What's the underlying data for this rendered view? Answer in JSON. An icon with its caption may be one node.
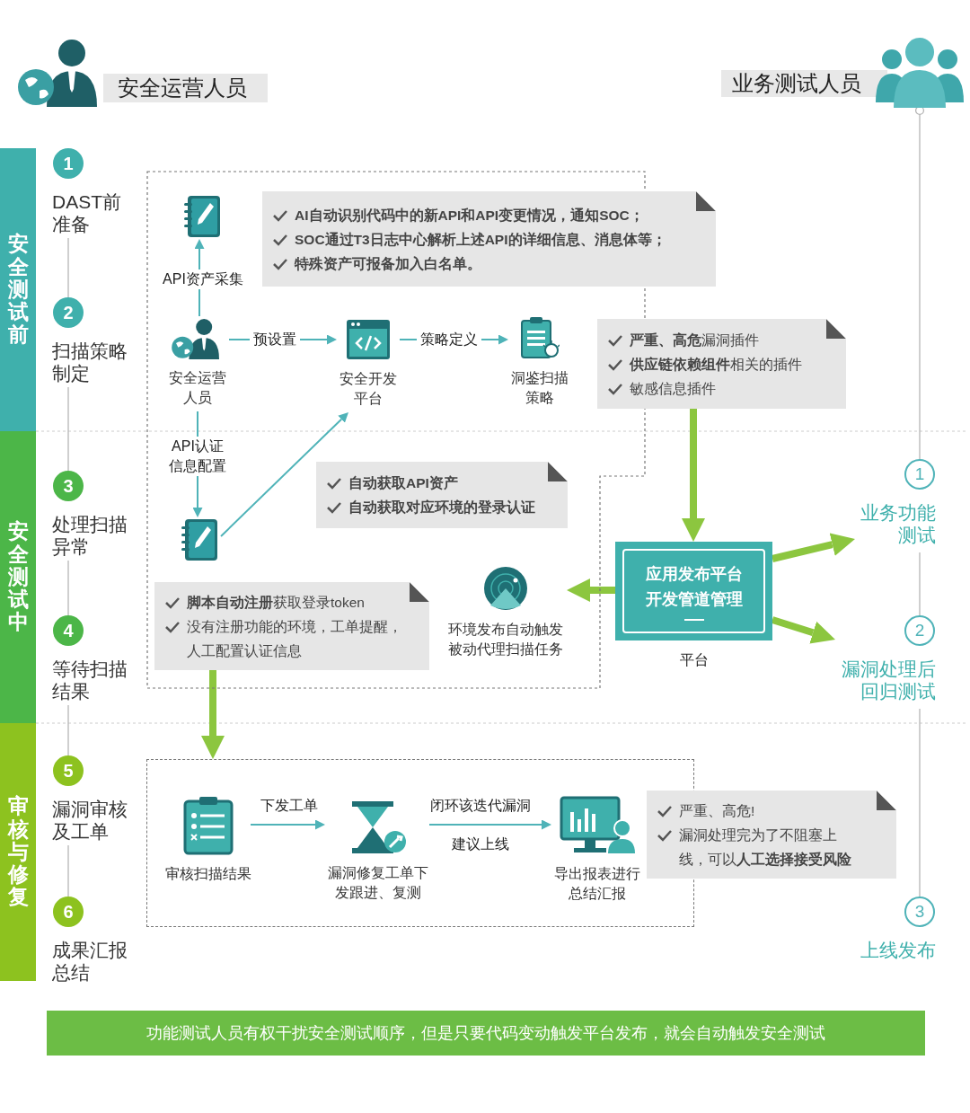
{
  "diagram": {
    "nodes": [
      {
        "text": [
          "安全运营人员"
        ]
      },
      {
        "text": [
          "业务测试人员"
        ]
      },
      {
        "text": [
          "安全测试前"
        ]
      },
      {
        "text": [
          "安全测试中"
        ]
      },
      {
        "text": [
          "审核与修复"
        ]
      },
      {
        "text": [
          "1"
        ],
        "beside": [
          "DAST前准备"
        ]
      },
      {
        "text": [
          "2"
        ],
        "beside": [
          "扫描策略制定"
        ]
      },
      {
        "text": [
          "3"
        ],
        "beside": [
          "处理扫描异常"
        ]
      },
      {
        "text": [
          "4"
        ],
        "beside": [
          "等待扫描结果"
        ]
      },
      {
        "text": [
          "5"
        ],
        "beside": [
          "漏洞审核及工单"
        ]
      },
      {
        "text": [
          "6"
        ],
        "beside": [
          "成果汇报总结"
        ]
      },
      {
        "text": [],
        "shape": "box"
      },
      {
        "text": [],
        "shape": "picture",
        "in": 11
      },
      {
        "text": [
          "安全运营人员"
        ],
        "in": 11
      },
      {
        "text": [
          "安全开发平台"
        ],
        "in": 11
      },
      {
        "text": [
          "洞鉴扫描策略"
        ],
        "in": 11
      },
      {
        "text": [],
        "shape": "picture",
        "in": 11
      },
      {
        "text": [
          "**AI自动识别代码中的新API和API变更情况，通知SOC；**",
          "**SOC通过T3日志中心解析上述API的详细信息、消息体等；**",
          "**特殊资产可报备加入白名单。**"
        ]
      },
      {
        "text": [
          "**严重、高危**漏洞插件",
          "**供应链依赖组件**相关的插件",
          "敏感信息插件"
        ]
      },
      {
        "text": [
          "**自动获取API资产**",
          "**自动获取对应环境的登录认证**"
        ],
        "in": 11
      },
      {
        "text": [
          "**脚本自动注册**获取登录token",
          "没有注册功能的环境，工单提醒，人工配置认证信息"
        ],
        "in": 11
      },
      {
        "text": [
          "环境发布自动触发被动代理扫描任务"
        ],
        "in": 11
      },
      {
        "text": [
          "应用发布平台开发管道管理"
        ],
        "beside": [
          "平台"
        ]
      },
      {
        "text": [
          "1"
        ],
        "beside": [
          "业务功能测试"
        ]
      },
      {
        "text": [
          "2"
        ],
        "beside": [
          "漏洞处理后回归测试"
        ]
      },
      {
        "text": [
          "3"
        ],
        "beside": [
          "上线发布"
        ]
      },
      {
        "text": [],
        "shape": "box"
      },
      {
        "text": [
          "审核扫描结果"
        ],
        "in": 26
      },
      {
        "text": [
          "漏洞修复工单下发跟进、复测"
        ],
        "in": 26
      },
      {
        "text": [
          "导出报表进行总结汇报"
        ],
        "in": 26
      },
      {
        "text": [
          "严重、高危!",
          "漏洞处理完为了不阻塞上线，可以**人工选择接受风险**"
        ]
      },
      {
        "text": [
          "功能测试人员有权干扰安全测试顺序，但是只要代码变动触发平台发布，就会自动触发安全测试"
        ]
      }
    ],
    "edges": [
      {
        "from": 13,
        "to": 12,
        "arrow": "to",
        "label": "API资产采集",
        "color": "#4fb3b8"
      },
      {
        "from": 13,
        "to": 14,
        "arrow": "to",
        "label": "预设置",
        "color": "#4fb3b8"
      },
      {
        "from": 14,
        "to": 15,
        "arrow": "to",
        "label": "策略定义",
        "color": "#4fb3b8"
      },
      {
        "from": 13,
        "to": 16,
        "arrow": "to",
        "label": "API认证信息配置",
        "color": "#4fb3b8"
      },
      {
        "from": 16,
        "to": 14,
        "arrow": "to",
        "color": "#4fb3b8"
      },
      {
        "from": 18,
        "to": 22,
        "arrow": "to",
        "style": "thick",
        "color": "#8cc63f"
      },
      {
        "from": 22,
        "to": 21,
        "arrow": "to",
        "style": "thick",
        "color": "#8cc63f"
      },
      {
        "from": 22,
        "to": 23,
        "arrow": "to",
        "style": "thick",
        "color": "#8cc63f"
      },
      {
        "from": 22,
        "to": 24,
        "arrow": "to",
        "style": "thick",
        "color": "#8cc63f"
      },
      {
        "from": 20,
        "to": 26,
        "arrow": "to",
        "style": "thick",
        "color": "#8cc63f"
      },
      {
        "from": 27,
        "to": 28,
        "arrow": "to",
        "label": "下发工单",
        "color": "#4fb3b8"
      },
      {
        "from": 28,
        "to": 29,
        "arrow": "to",
        "label": "闭环该迭代漏洞",
        "color": "#4fb3b8"
      },
      {
        "from": 5,
        "to": 6,
        "arrow": "none"
      },
      {
        "from": 6,
        "to": 7,
        "arrow": "none"
      },
      {
        "from": 7,
        "to": 8,
        "arrow": "none"
      },
      {
        "from": 8,
        "to": 9,
        "arrow": "none"
      },
      {
        "from": 9,
        "to": 10,
        "arrow": "none"
      },
      {
        "from": 1,
        "to": 23,
        "arrow": "other"
      },
      {
        "from": 23,
        "to": 24,
        "arrow": "none"
      },
      {
        "from": 24,
        "to": 25,
        "arrow": "none"
      }
    ],
    "labels": [
      "建议上线"
    ]
  }
}
